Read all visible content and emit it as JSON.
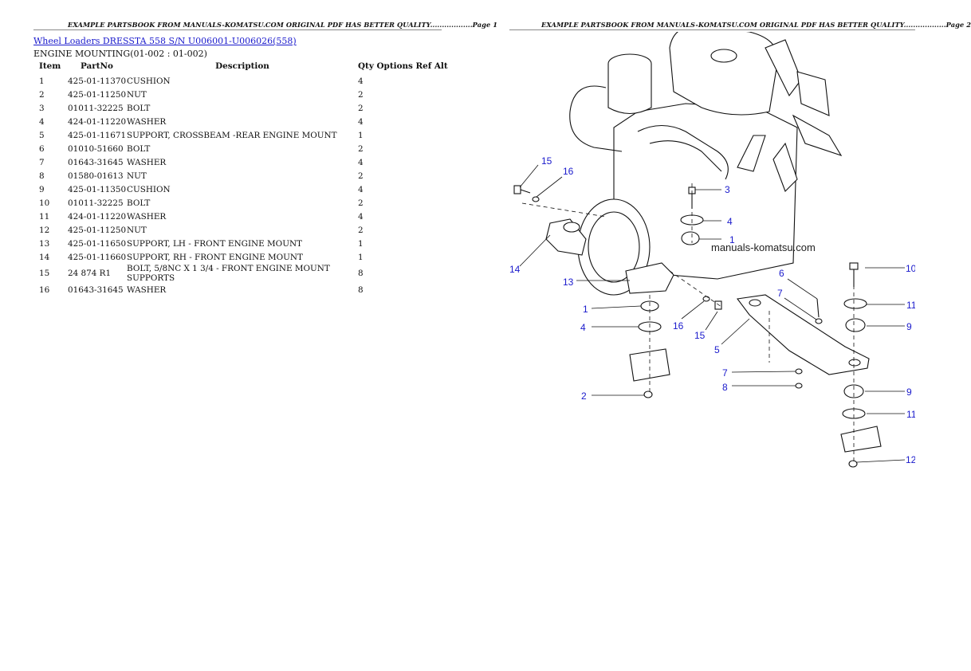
{
  "pages": [
    {
      "header": "EXAMPLE PARTSBOOK FROM MANUALS-KOMATSU.COM ORIGINAL PDF HAS BETTER QUALITY..................Page 1"
    },
    {
      "header": "EXAMPLE PARTSBOOK FROM MANUALS-KOMATSU.COM ORIGINAL PDF HAS BETTER QUALITY..................Page 2"
    }
  ],
  "model_link": "Wheel Loaders DRESSTA 558 S/N U006001-U006026(558)",
  "section_title": "ENGINE MOUNTING(01-002 : 01-002)",
  "table": {
    "headers": {
      "item": "Item",
      "partno": "PartNo",
      "description": "Description",
      "rest": "Qty Options Ref Alt"
    },
    "rows": [
      {
        "item": "1",
        "partno": "425-01-11370",
        "description": "CUSHION",
        "qty": "4"
      },
      {
        "item": "2",
        "partno": "425-01-11250",
        "description": "NUT",
        "qty": "2"
      },
      {
        "item": "3",
        "partno": "01011-32225",
        "description": "BOLT",
        "qty": "2"
      },
      {
        "item": "4",
        "partno": "424-01-11220",
        "description": "WASHER",
        "qty": "4"
      },
      {
        "item": "5",
        "partno": "425-01-11671",
        "description": "SUPPORT, CROSSBEAM -REAR ENGINE MOUNT",
        "qty": "1"
      },
      {
        "item": "6",
        "partno": "01010-51660",
        "description": "BOLT",
        "qty": "2"
      },
      {
        "item": "7",
        "partno": "01643-31645",
        "description": "WASHER",
        "qty": "4"
      },
      {
        "item": "8",
        "partno": "01580-01613",
        "description": "NUT",
        "qty": "2"
      },
      {
        "item": "9",
        "partno": "425-01-11350",
        "description": "CUSHION",
        "qty": "4"
      },
      {
        "item": "10",
        "partno": "01011-32225",
        "description": "BOLT",
        "qty": "2"
      },
      {
        "item": "11",
        "partno": "424-01-11220",
        "description": "WASHER",
        "qty": "4"
      },
      {
        "item": "12",
        "partno": "425-01-11250",
        "description": "NUT",
        "qty": "2"
      },
      {
        "item": "13",
        "partno": "425-01-11650",
        "description": "SUPPORT, LH - FRONT ENGINE MOUNT",
        "qty": "1"
      },
      {
        "item": "14",
        "partno": "425-01-11660",
        "description": "SUPPORT, RH - FRONT ENGINE MOUNT",
        "qty": "1"
      },
      {
        "item": "15",
        "partno": "24 874 R1",
        "description": "BOLT, 5/8NC X 1 3/4 - FRONT ENGINE MOUNT SUPPORTS",
        "qty": "8"
      },
      {
        "item": "16",
        "partno": "01643-31645",
        "description": "WASHER",
        "qty": "8"
      }
    ]
  },
  "diagram": {
    "watermark": "manuals-komatsu.com",
    "callouts": [
      "15",
      "16",
      "3",
      "4",
      "1",
      "14",
      "13",
      "1",
      "4",
      "16",
      "15",
      "5",
      "2",
      "6",
      "7",
      "10",
      "11",
      "9",
      "7",
      "8",
      "9",
      "11",
      "12"
    ]
  }
}
